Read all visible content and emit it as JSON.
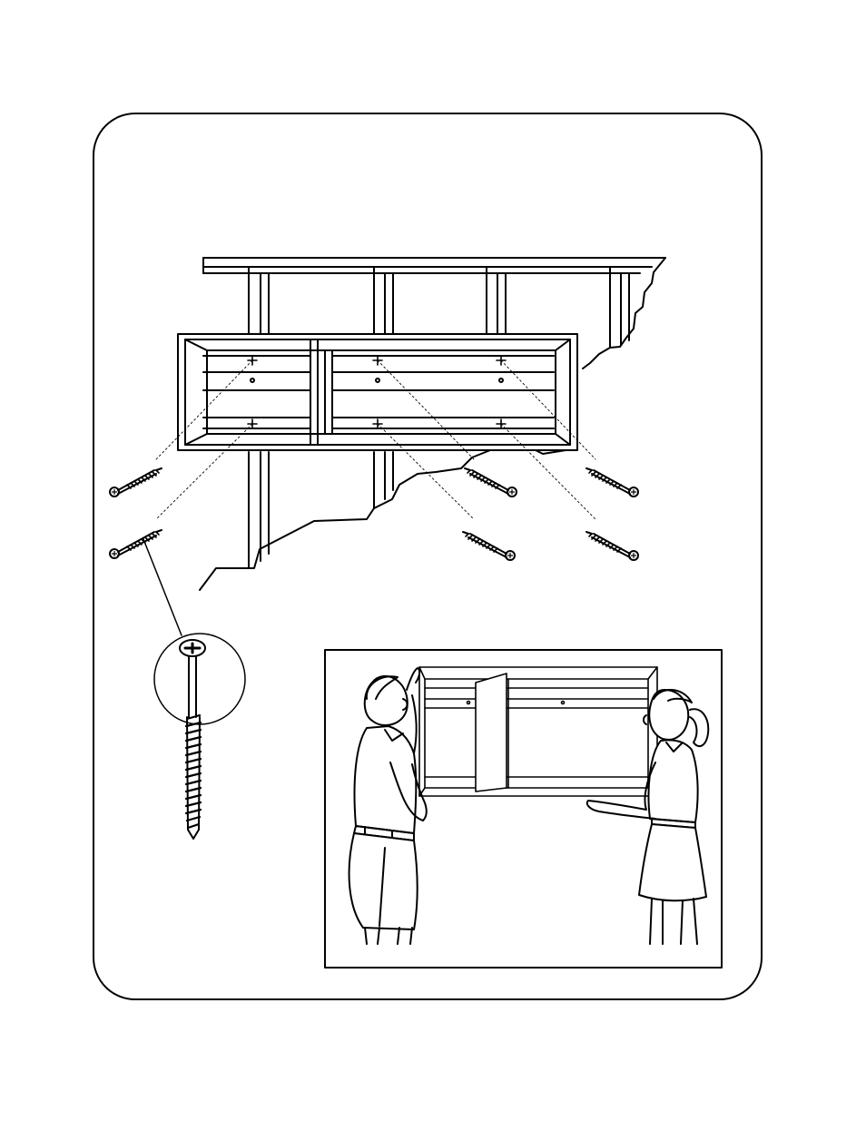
{
  "figure": {
    "kind": "assembly-instruction-illustration",
    "caption": "",
    "colors": {
      "ink": "#000000",
      "paper": "#ffffff"
    },
    "screw_count": 6,
    "mounting_points": 6,
    "icons": {
      "screw": "screw-icon",
      "screw_detail": "magnified-screw-icon",
      "cabinet": "wall-cabinet-icon",
      "wall": "wall-studs-icon",
      "installers": "two-people-lifting-icon"
    }
  }
}
